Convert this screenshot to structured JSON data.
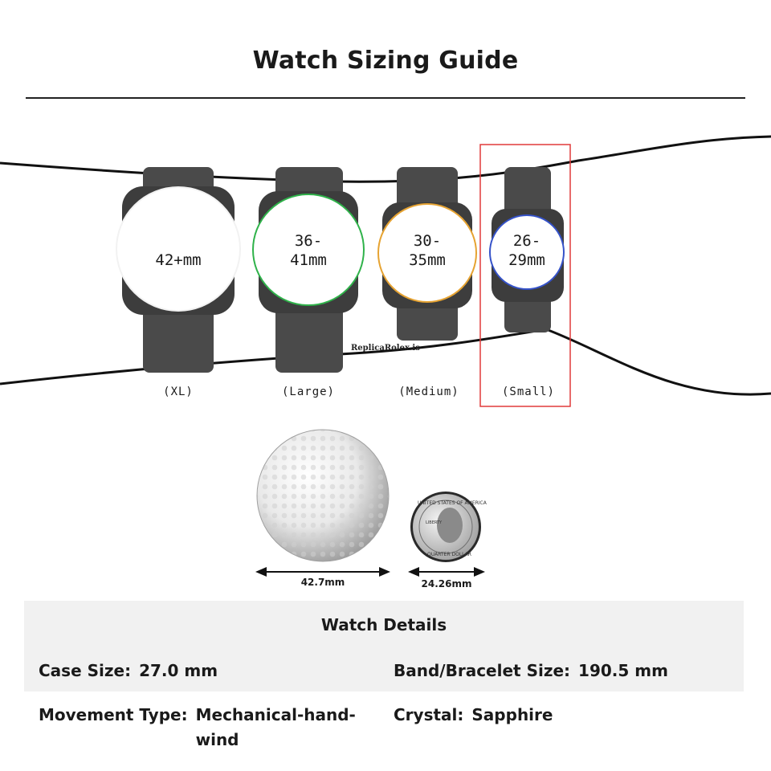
{
  "title": "Watch Sizing Guide",
  "watches": [
    {
      "size_text_line1": "42+mm",
      "size_text_line2": "",
      "caption": "(XL)",
      "ring_color": "#ffffff"
    },
    {
      "size_text_line1": "36-",
      "size_text_line2": "41mm",
      "caption": "(Large)",
      "ring_color": "#2fb24a"
    },
    {
      "size_text_line1": "30-",
      "size_text_line2": "35mm",
      "caption": "(Medium)",
      "ring_color": "#e6a332"
    },
    {
      "size_text_line1": "26-",
      "size_text_line2": "29mm",
      "caption": "(Small)",
      "ring_color": "#3552c9"
    }
  ],
  "highlight_color": "#e03a3a",
  "watermark": "ReplicaRolex.is",
  "reference": {
    "golf_ball_label": "42.7mm",
    "quarter_label": "24.26mm",
    "coin_text_top": "UNITED STATES OF AMERICA",
    "coin_text_liberty": "LIBERTY",
    "coin_text_bottom": "QUARTER DOLLAR"
  },
  "details": {
    "header": "Watch Details",
    "case_size_label": "Case Size:",
    "case_size_value": "27.0 mm",
    "band_label": "Band/Bracelet Size:",
    "band_value": "190.5 mm",
    "movement_label": "Movement Type:",
    "movement_value": "Mechanical-hand-wind",
    "crystal_label": "Crystal:",
    "crystal_value": "Sapphire"
  }
}
